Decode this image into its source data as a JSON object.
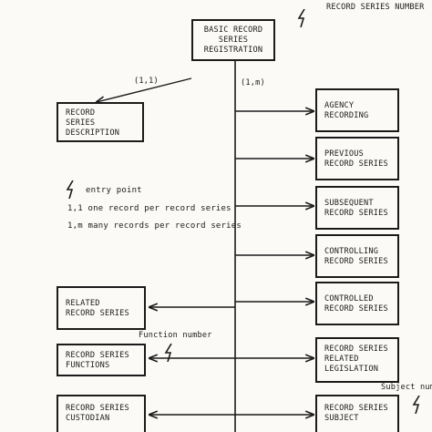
{
  "header": {
    "series_number_label": "RECORD SERIES NUMBER"
  },
  "boxes": {
    "basic": "BASIC RECORD\nSERIES\nREGISTRATION",
    "description": "RECORD\nSERIES\nDESCRIPTION",
    "agency": "AGENCY\nRECORDING",
    "previous": "PREVIOUS\nRECORD SERIES",
    "subsequent": "SUBSEQUENT\nRECORD SERIES",
    "controlling": "CONTROLLING\nRECORD SERIES",
    "controlled": "CONTROLLED\nRECORD SERIES",
    "legislation": "RECORD SERIES\nRELATED\nLEGISLATION",
    "subject": "RECORD SERIES\nSUBJECT",
    "related": "RELATED\nRECORD SERIES",
    "functions": "RECORD SERIES\nFUNCTIONS",
    "custodian": "RECORD SERIES\nCUSTODIAN"
  },
  "cardinality": {
    "one_one": "(1,1)",
    "one_many": "(1,m)"
  },
  "legend": {
    "entry_point": "entry point",
    "one_one": "1,1 one record per record series",
    "one_many": "1,m many records per record series"
  },
  "annotations": {
    "function_number": "Function number",
    "subject_number": "Subject num"
  },
  "icons": {
    "entry_point": "lightning-bolt-icon"
  }
}
